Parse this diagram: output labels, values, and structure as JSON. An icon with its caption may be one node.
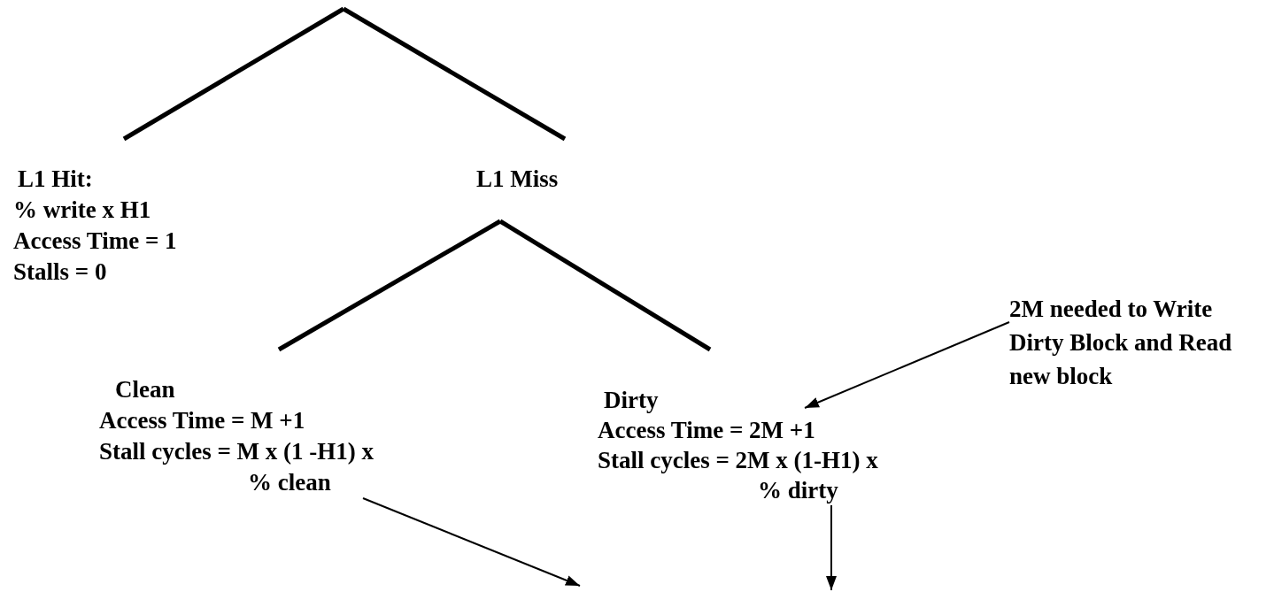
{
  "diagram": {
    "nodes": [
      {
        "text": [
          "L1 Hit:",
          "% write x H1",
          "Access Time = 1",
          "Stalls = 0"
        ]
      },
      {
        "text": [
          "L1 Miss"
        ]
      },
      {
        "text": [
          "Clean",
          "Access Time = M +1",
          "Stall cycles = M x (1 -H1) x % clean"
        ]
      },
      {
        "text": [
          "Dirty",
          "Access Time = 2M +1",
          "Stall cycles = 2M x (1-H1) x % dirty"
        ]
      },
      {
        "text": [
          "2M needed to Write Dirty Block and Read new block"
        ]
      }
    ],
    "edges": [
      {
        "from": null,
        "to": 0,
        "arrow": "none"
      },
      {
        "from": null,
        "to": 1,
        "arrow": "none"
      },
      {
        "from": 1,
        "to": 2,
        "arrow": "none"
      },
      {
        "from": 1,
        "to": 3,
        "arrow": "none"
      },
      {
        "from": 4,
        "to": 3,
        "arrow": "to"
      },
      {
        "from": 2,
        "to": null,
        "arrow": "to"
      },
      {
        "from": 3,
        "to": null,
        "arrow": "to"
      }
    ]
  }
}
